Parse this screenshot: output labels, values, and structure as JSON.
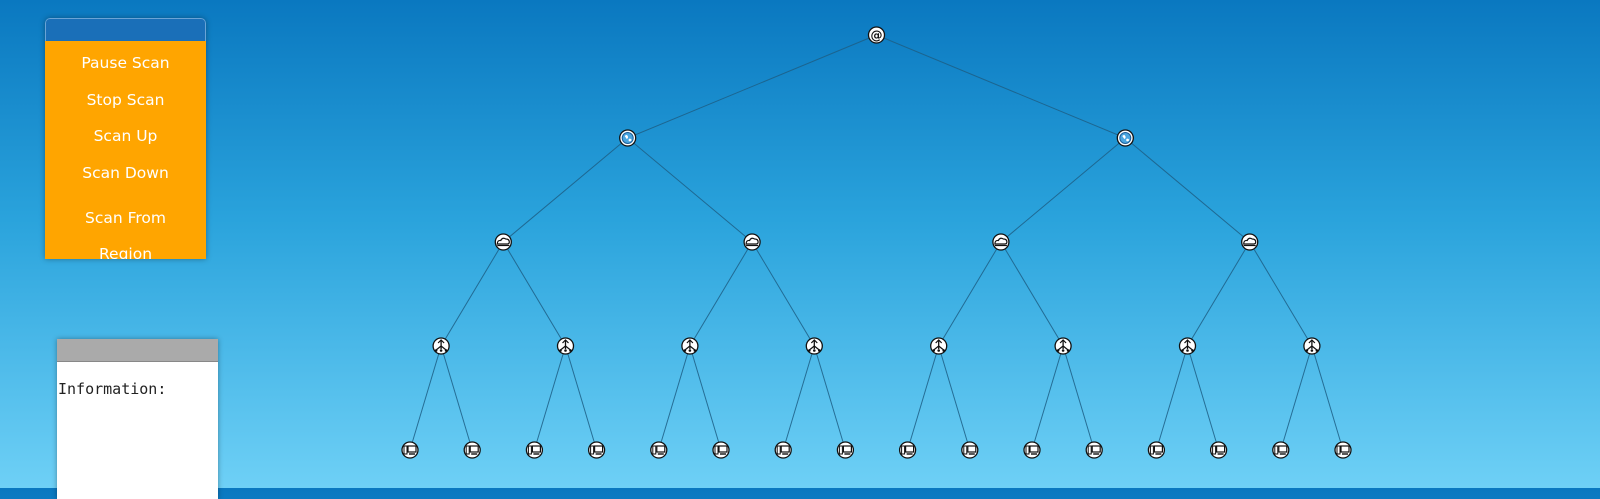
{
  "control_panel": {
    "buttons": [
      "Pause Scan",
      "Stop Scan",
      "Scan Up",
      "Scan Down",
      "Scan From Region"
    ]
  },
  "info_panel": {
    "label": "Information:"
  },
  "network_tree": {
    "levels": [
      {
        "type": "root",
        "icon": "at-sign-icon",
        "count": 1
      },
      {
        "type": "internet",
        "icon": "globe-icon",
        "count": 2
      },
      {
        "type": "cloud",
        "icon": "cloud-icon",
        "count": 4
      },
      {
        "type": "router",
        "icon": "router-icon",
        "count": 8
      },
      {
        "type": "computer",
        "icon": "computer-icon",
        "count": 16
      }
    ]
  }
}
